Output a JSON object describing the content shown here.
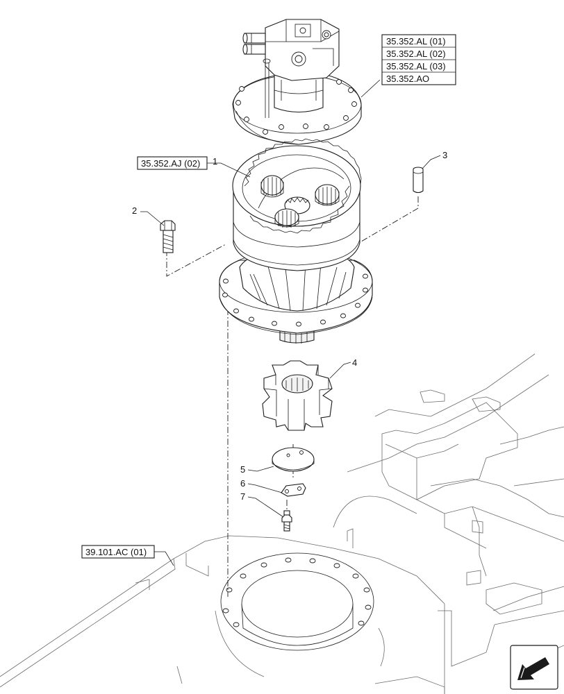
{
  "references": {
    "motor": [
      "35.352.AL (01)",
      "35.352.AL (02)",
      "35.352.AL (03)",
      "35.352.AO"
    ],
    "reducer": "35.352.AJ (02)",
    "frame": "39.101.AC (01)"
  },
  "callouts": {
    "reducer": "1",
    "bolt": "2",
    "pin": "3",
    "pinion": "4",
    "plate": "5",
    "lock_plate": "6",
    "screw": "7"
  },
  "icons": {
    "navigation": "arrow-icon"
  }
}
